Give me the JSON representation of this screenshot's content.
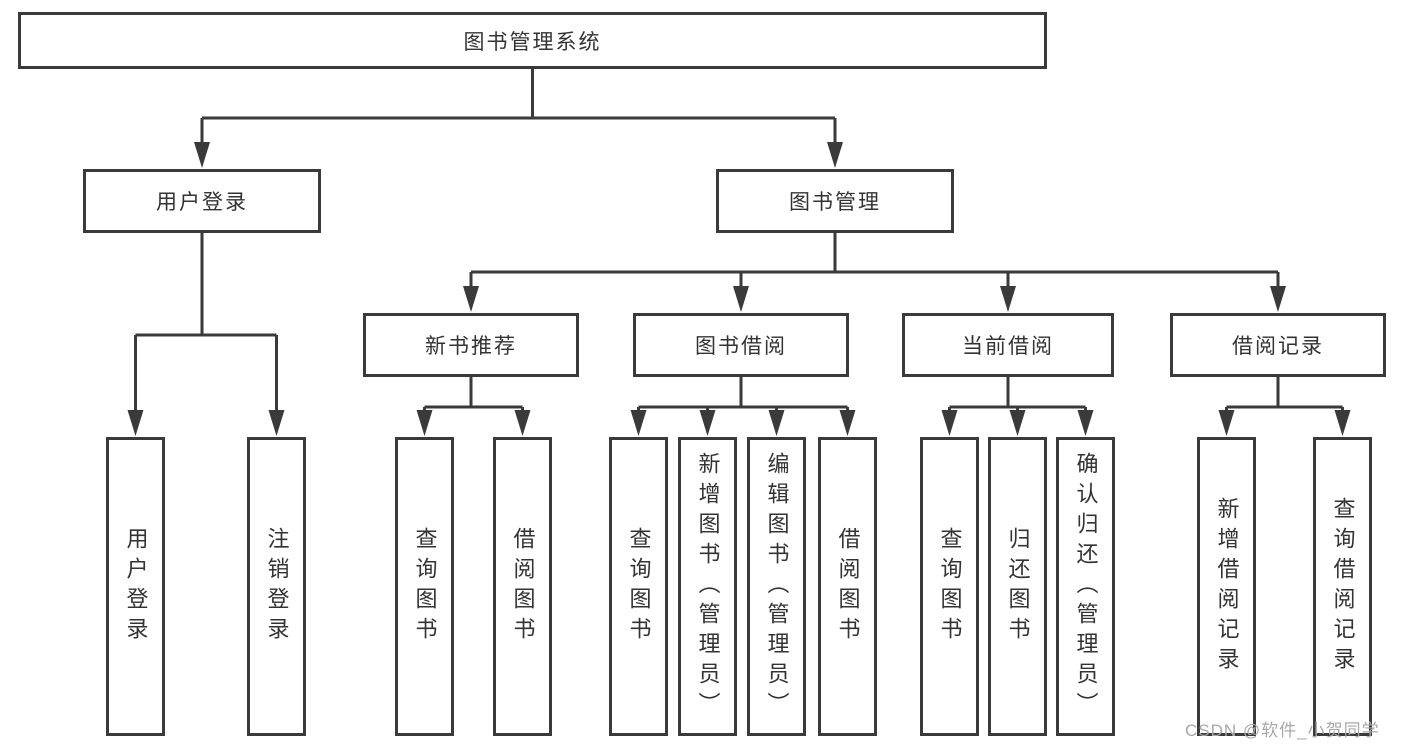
{
  "diagram": {
    "title": "图书管理系统",
    "level1": [
      {
        "label": "用户登录"
      },
      {
        "label": "图书管理"
      }
    ],
    "level2": [
      {
        "label": "新书推荐",
        "parent": "图书管理"
      },
      {
        "label": "图书借阅",
        "parent": "图书管理"
      },
      {
        "label": "当前借阅",
        "parent": "图书管理"
      },
      {
        "label": "借阅记录",
        "parent": "图书管理"
      }
    ],
    "leaves": [
      {
        "label": "用户登录",
        "parent": "用户登录"
      },
      {
        "label": "注销登录",
        "parent": "用户登录"
      },
      {
        "label": "查询图书",
        "parent": "新书推荐"
      },
      {
        "label": "借阅图书",
        "parent": "新书推荐"
      },
      {
        "label": "查询图书",
        "parent": "图书借阅"
      },
      {
        "label": "新增图书（管理员）",
        "parent": "图书借阅"
      },
      {
        "label": "编辑图书（管理员）",
        "parent": "图书借阅"
      },
      {
        "label": "借阅图书",
        "parent": "图书借阅"
      },
      {
        "label": "查询图书",
        "parent": "当前借阅"
      },
      {
        "label": "归还图书",
        "parent": "当前借阅"
      },
      {
        "label": "确认归还（管理员）",
        "parent": "当前借阅"
      },
      {
        "label": "新增借阅记录",
        "parent": "借阅记录"
      },
      {
        "label": "查询借阅记录",
        "parent": "借阅记录"
      }
    ]
  },
  "watermark": "CSDN @软件_小贺同学",
  "colors": {
    "line": "#3a3a3a",
    "text": "#333333",
    "background": "#ffffff",
    "watermark": "#a8a8a8"
  }
}
